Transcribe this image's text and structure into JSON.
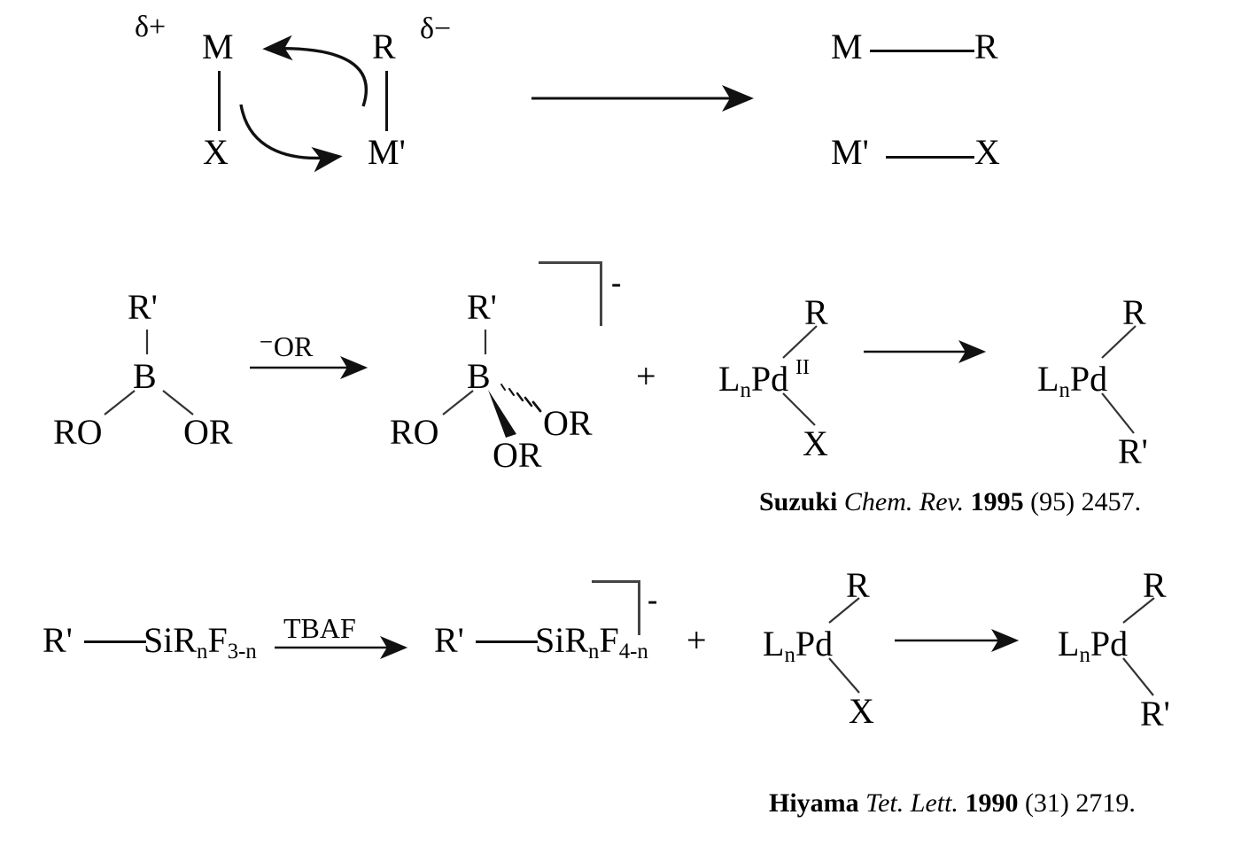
{
  "scheme": {
    "title_absent": true,
    "rows": [
      {
        "id": "transmetalation-general",
        "left": {
          "delta_plus": "δ+",
          "delta_minus": "δ−",
          "metal": "M",
          "halide": "X",
          "group_r": "R",
          "metal_prime": "M'"
        },
        "right": {
          "product_top_left": "M",
          "product_top_right": "R",
          "product_bottom_left": "M'",
          "product_bottom_right": "X"
        }
      },
      {
        "id": "suzuki-transmetalation",
        "boronate": {
          "center": "B",
          "top": "R'",
          "left": "RO",
          "right": "OR"
        },
        "reagent": "⁻OR",
        "borate": {
          "center": "B",
          "top": "R'",
          "left": "RO",
          "wedge": "OR",
          "hash": "OR",
          "charge": "-"
        },
        "plus": "+",
        "palladium": {
          "center": "LₙPd",
          "center_base": "L",
          "center_sub": "n",
          "center_rest": "Pd",
          "oxidation_state": "II",
          "top": "R",
          "bottom": "X"
        },
        "product": {
          "center_base": "L",
          "center_sub": "n",
          "center_rest": "Pd",
          "top": "R",
          "bottom": "R'"
        },
        "citation": {
          "author": "Suzuki",
          "journal": "Chem. Rev.",
          "year": "1995",
          "volume": "(95)",
          "page": "2457."
        }
      },
      {
        "id": "hiyama-transmetalation",
        "silane": {
          "group": "R'",
          "formula_base": "SiR",
          "formula_sub1": "n",
          "formula_mid": "F",
          "formula_sub2": "3-n"
        },
        "reagent": "TBAF",
        "silicate": {
          "group": "R'",
          "formula_base": "SiR",
          "formula_sub1": "n",
          "formula_mid": "F",
          "formula_sub2": "4-n",
          "charge": "-"
        },
        "plus": "+",
        "palladium": {
          "center_base": "L",
          "center_sub": "n",
          "center_rest": "Pd",
          "top": "R",
          "bottom": "X"
        },
        "product": {
          "center_base": "L",
          "center_sub": "n",
          "center_rest": "Pd",
          "top": "R",
          "bottom": "R'"
        },
        "citation": {
          "author": "Hiyama",
          "journal": "Tet. Lett.",
          "year": "1990",
          "volume": "(31)",
          "page": "2719."
        }
      }
    ]
  },
  "colors": {
    "ink": "#000000",
    "bond": "#111111",
    "background": "#ffffff"
  }
}
